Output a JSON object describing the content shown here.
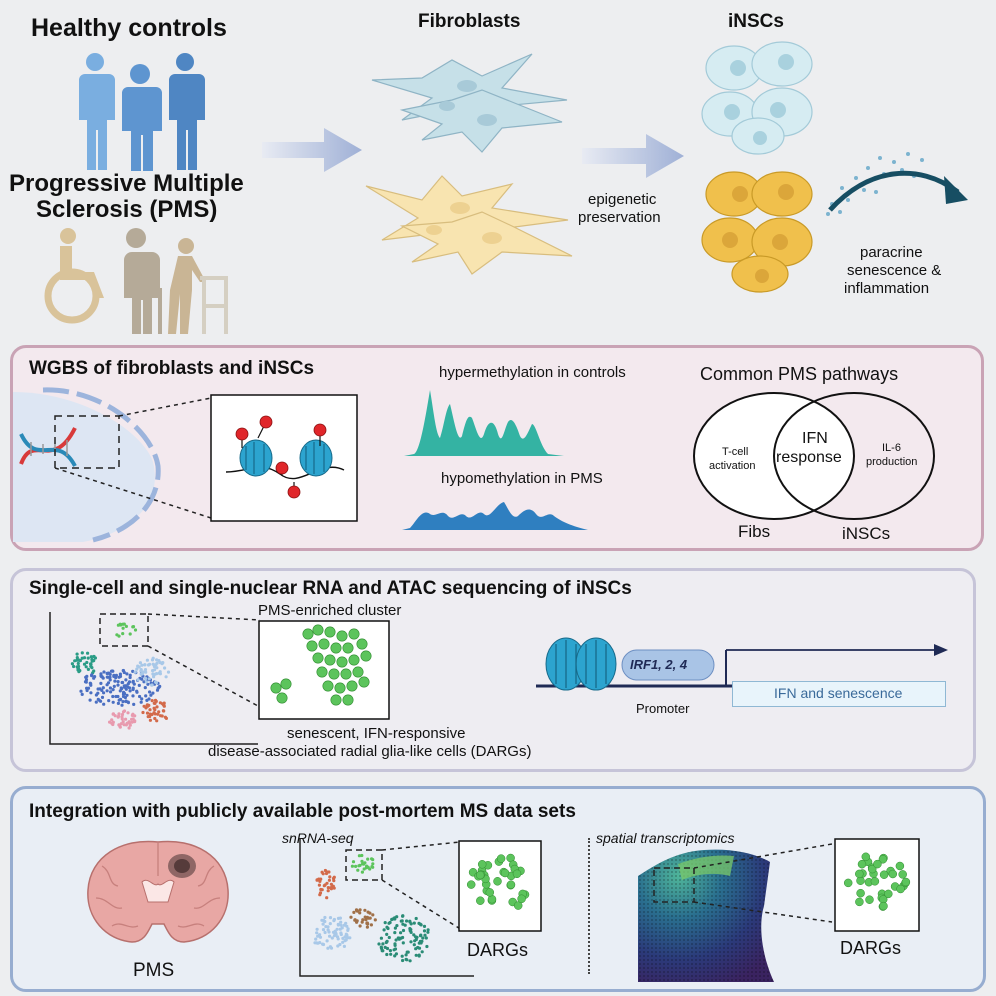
{
  "top": {
    "healthy_controls": "Healthy controls",
    "pms_label_line1": "Progressive Multiple",
    "pms_label_line2": "Sclerosis (PMS)",
    "fibroblasts": "Fibroblasts",
    "insc": "iNSCs",
    "epigenetic_line1": "epigenetic",
    "epigenetic_line2": "preservation",
    "paracrine_line1": "paracrine",
    "paracrine_line2": "senescence &",
    "paracrine_line3": "inflammation"
  },
  "wgbs": {
    "title": "WGBS of fibroblasts and iNSCs",
    "hyper_label": "hypermethylation in controls",
    "hypo_label": "hypomethylation in PMS",
    "pathways_title": "Common PMS pathways",
    "tcell_line1": "T-cell",
    "tcell_line2": "activation",
    "ifn_line1": "IFN",
    "ifn_line2": "response",
    "il6_line1": "IL-6",
    "il6_line2": "production",
    "fibs": "Fibs",
    "inscs": "iNSCs"
  },
  "sc": {
    "title": "Single-cell and single-nuclear RNA and ATAC sequencing of iNSCs",
    "cluster_label": "PMS-enriched cluster",
    "irf_label": "IRF1, 2, 4",
    "promoter_label": "Promoter",
    "gene_label": "IFN and senescence",
    "desc_line1": "senescent, IFN-responsive",
    "desc_line2": "disease-associated radial glia-like cells (DARGs)"
  },
  "integration": {
    "title": "Integration with publicly available post-mortem MS data sets",
    "snrna_label": "snRNA-seq",
    "spatial_label": "spatial transcriptomics",
    "pms_label": "PMS",
    "dargs_left": "DARGs",
    "dargs_right": "DARGs"
  },
  "colors": {
    "healthy_blue": "#5b8ec7",
    "pms_beige": "#c8b48e",
    "fibroblast_blue": "#c6e0e8",
    "fibroblast_yellow": "#f8e4b0",
    "insc_blue": "#cfe8ef",
    "insc_yellow": "#f0c04c",
    "teal_peaks": "#34b3a3",
    "blue_peaks": "#2f7fc0",
    "methyl_red": "#e0262a",
    "nucleosome": "#29a3cc",
    "cluster_green": "#5cc45c",
    "arrow_gray_blue": "#9fb0d6",
    "dark_teal": "#174e63"
  }
}
